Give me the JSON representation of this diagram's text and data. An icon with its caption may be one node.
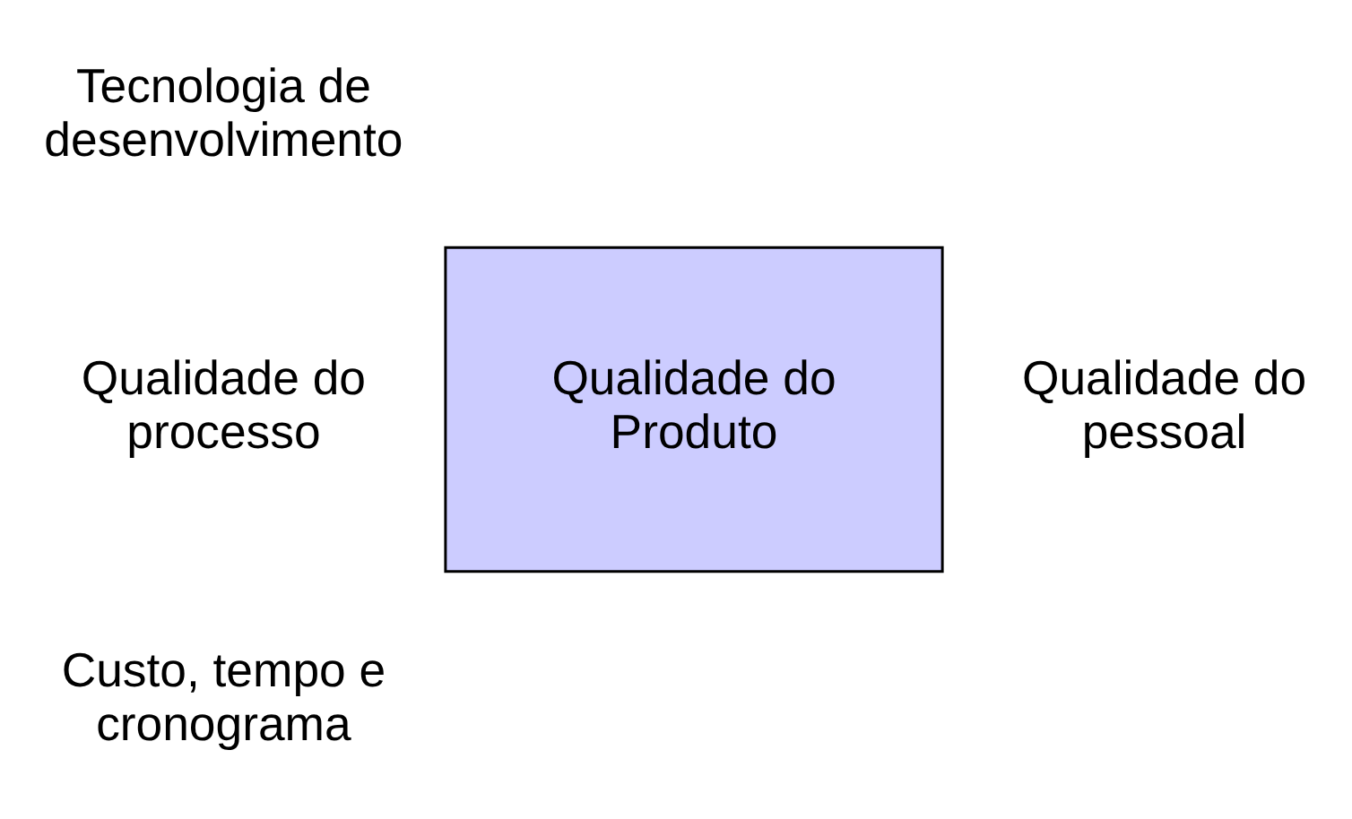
{
  "diagram": {
    "nodes": [
      {
        "text": [
          "Qualidade do Produto"
        ]
      }
    ],
    "labels": [
      "Tecnologia de desenvolvimento",
      "Qualidade do processo",
      "Qualidade do pessoal",
      "Custo, tempo e cronograma"
    ]
  }
}
